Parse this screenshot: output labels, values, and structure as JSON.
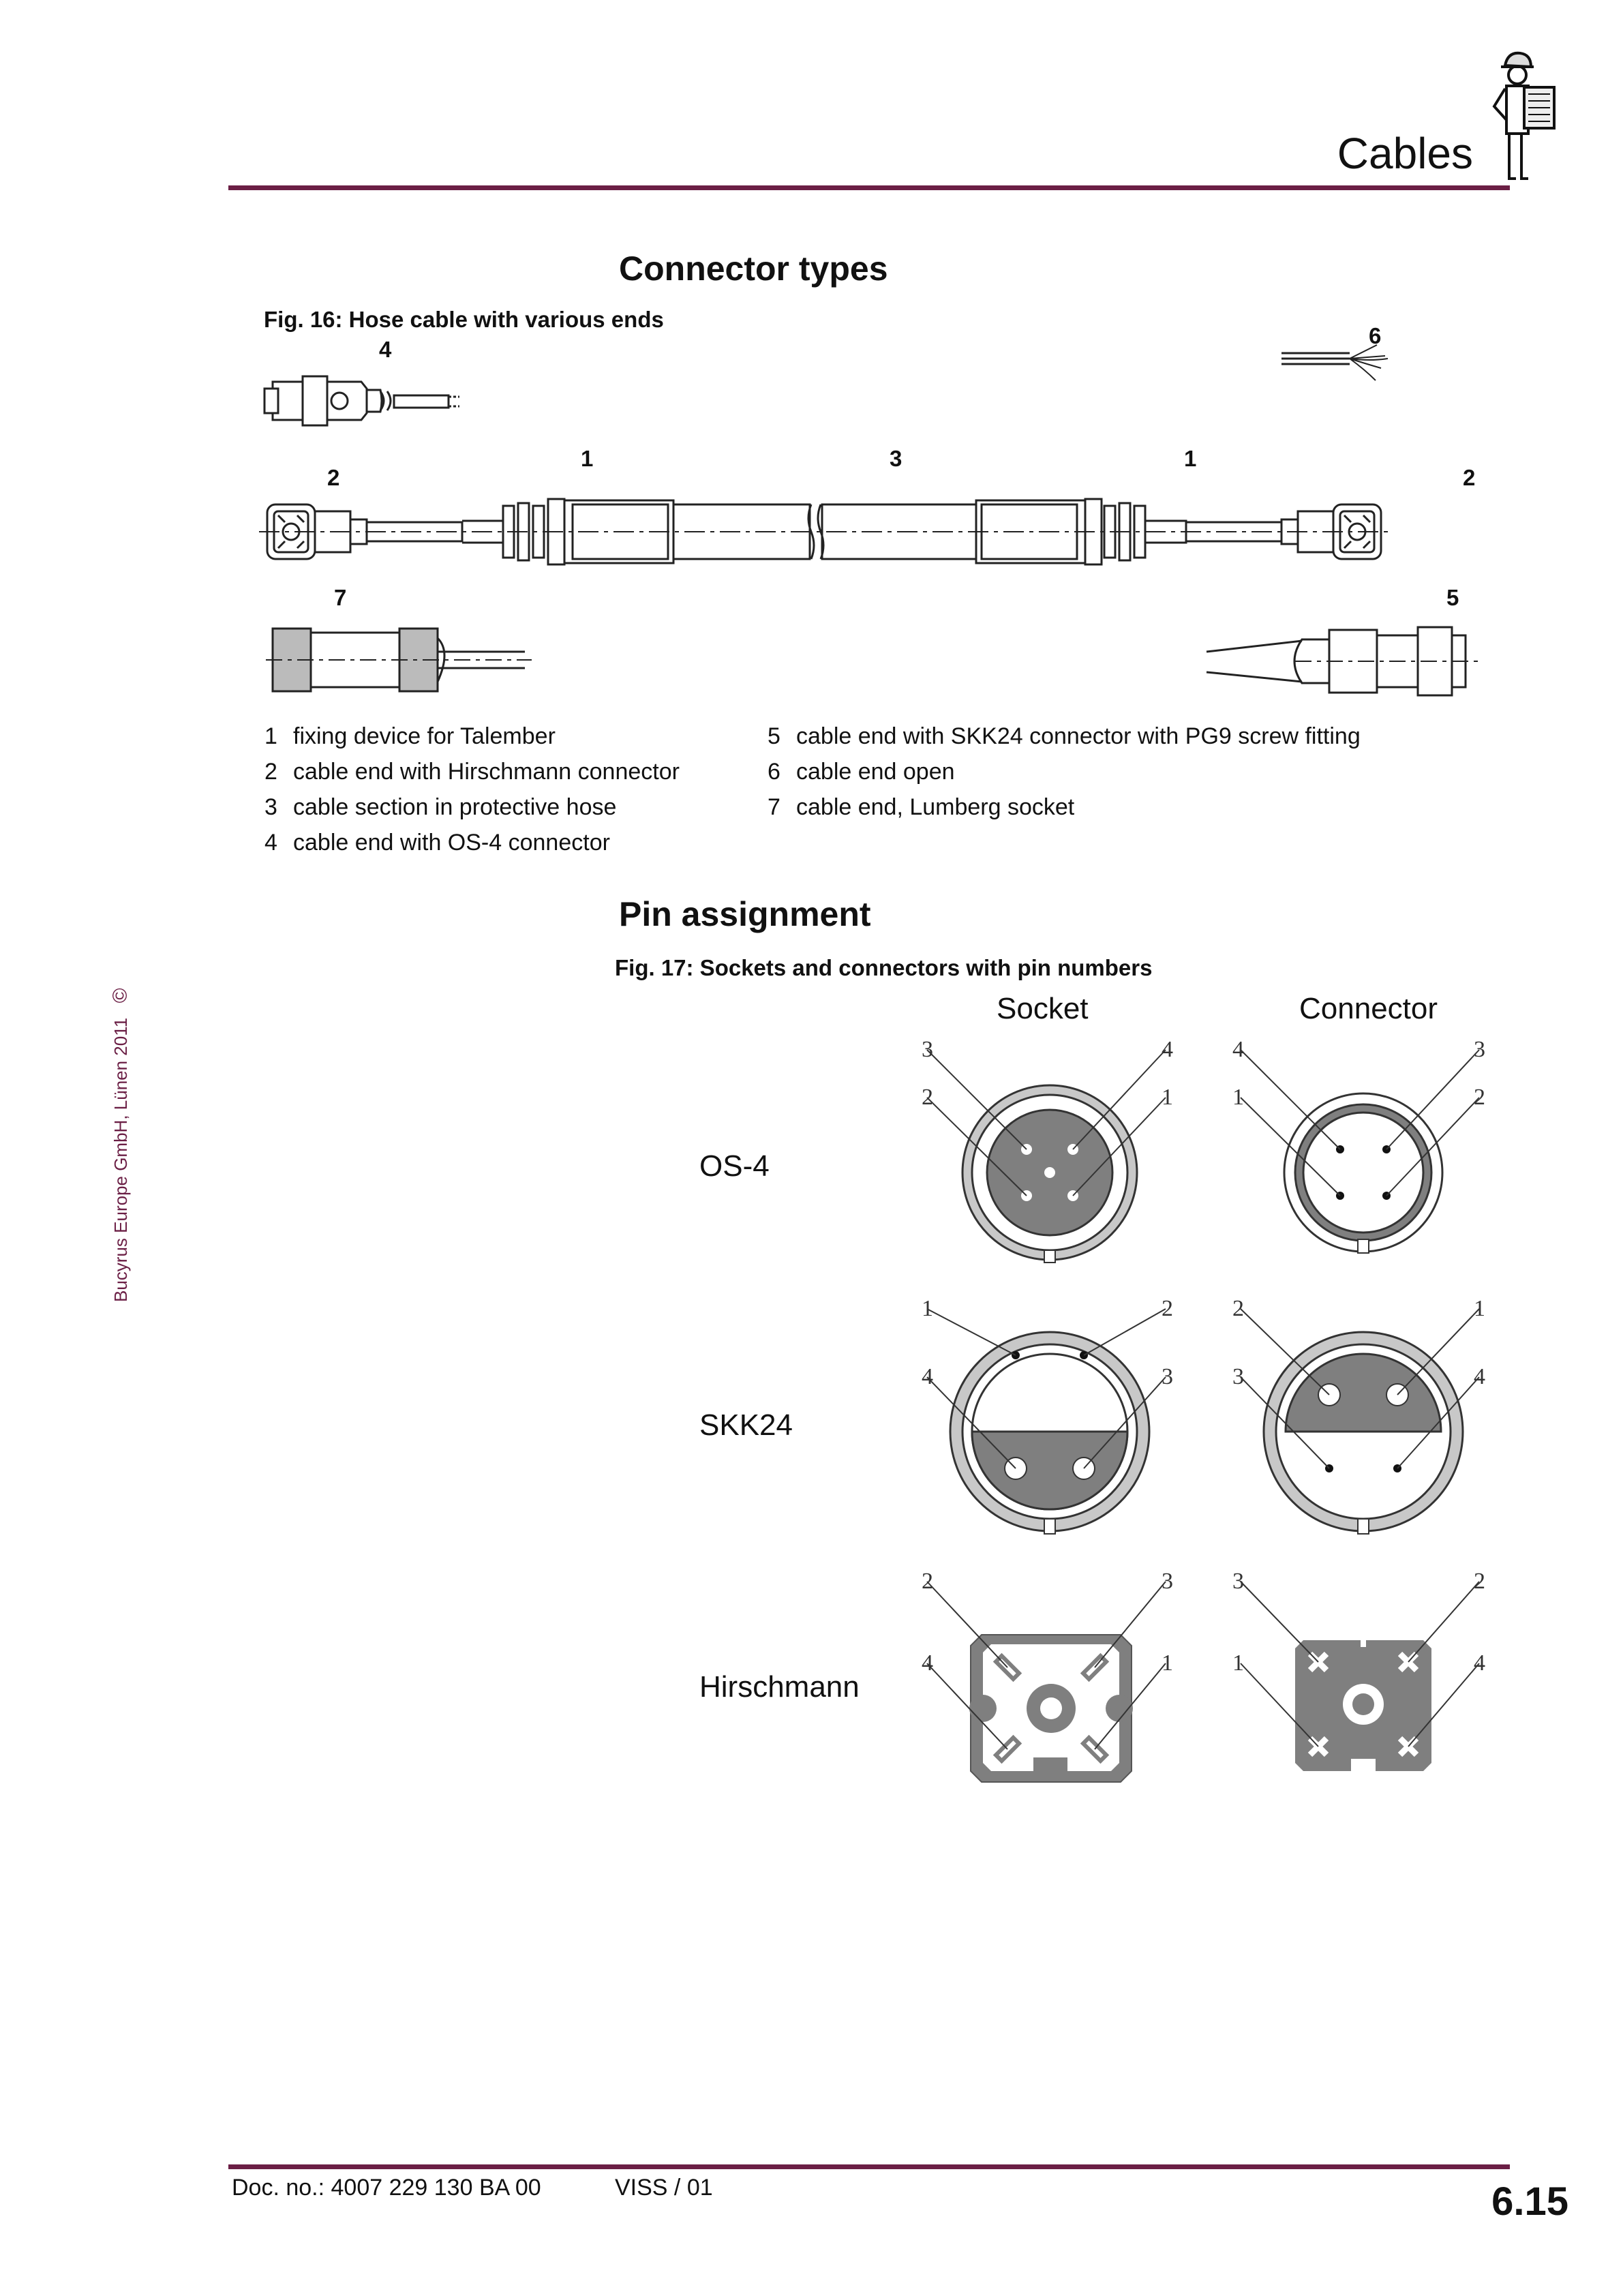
{
  "header": {
    "title": "Cables",
    "mascot_icon": "technician-clipboard-icon"
  },
  "copyright": "Bucyrus Europe GmbH, Lünen 2011",
  "copyright_symbol": "©",
  "section1": {
    "title": "Connector types",
    "figure_caption": "Fig. 16:  Hose cable with various ends",
    "callouts": [
      "4",
      "6",
      "1",
      "3",
      "1",
      "2",
      "2",
      "7",
      "5"
    ],
    "legend": [
      {
        "num": "1",
        "text": "fixing device for Talember"
      },
      {
        "num": "2",
        "text": "cable end with Hirschmann connector"
      },
      {
        "num": "3",
        "text": "cable section in protective hose"
      },
      {
        "num": "4",
        "text": "cable end with OS-4 connector"
      },
      {
        "num": "5",
        "text": "cable end with SKK24 connector with PG9 screw fitting"
      },
      {
        "num": "6",
        "text": "cable end open"
      },
      {
        "num": "7",
        "text": "cable end, Lumberg socket"
      }
    ]
  },
  "section2": {
    "title": "Pin assignment",
    "figure_caption": "Fig. 17:  Sockets and connectors with pin numbers",
    "columns": [
      "Socket",
      "Connector"
    ],
    "rows": [
      {
        "label": "OS-4",
        "socket_pins": [
          "3",
          "4",
          "2",
          "1"
        ],
        "connector_pins": [
          "4",
          "3",
          "1",
          "2"
        ]
      },
      {
        "label": "SKK24",
        "socket_pins": [
          "1",
          "2",
          "4",
          "3"
        ],
        "connector_pins": [
          "2",
          "1",
          "3",
          "4"
        ]
      },
      {
        "label": "Hirschmann",
        "socket_pins": [
          "2",
          "3",
          "4",
          "1"
        ],
        "connector_pins": [
          "3",
          "2",
          "1",
          "4"
        ]
      }
    ]
  },
  "footer": {
    "doc_no": "Doc. no.: 4007 229 130 BA 00",
    "ref": "VISS / 01",
    "page": "6.15"
  },
  "colors": {
    "accent": "#6b1f45",
    "fill_grey": "#7f7f7f",
    "light_grey": "#c8c8c8"
  }
}
